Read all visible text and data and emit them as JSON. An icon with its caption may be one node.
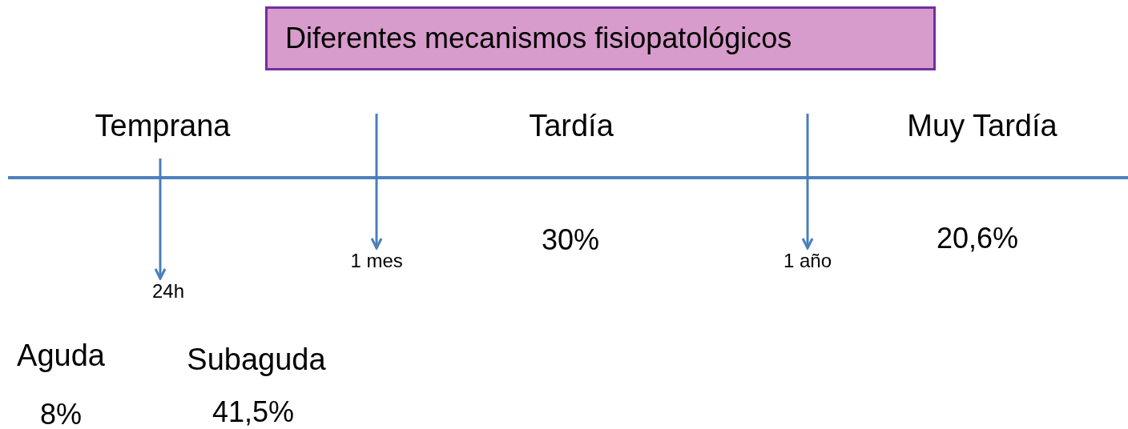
{
  "diagram": {
    "nodes": [
      {
        "text": [
          "Diferentes mecanismos fisiopatológicos"
        ]
      },
      {
        "text": [
          "24h"
        ]
      },
      {
        "text": [
          "1 mes"
        ]
      },
      {
        "text": [
          "1 año"
        ]
      }
    ],
    "edges": [
      {
        "from": null,
        "to": 1,
        "arrow": "to"
      },
      {
        "from": null,
        "to": 2,
        "arrow": "to"
      },
      {
        "from": null,
        "to": 3,
        "arrow": "to"
      }
    ],
    "labels": [
      "Temprana",
      "Tardía",
      "Muy Tardía",
      "30%",
      "20,6%",
      "Aguda",
      "Subaguda",
      "8%",
      "41,5%"
    ]
  }
}
